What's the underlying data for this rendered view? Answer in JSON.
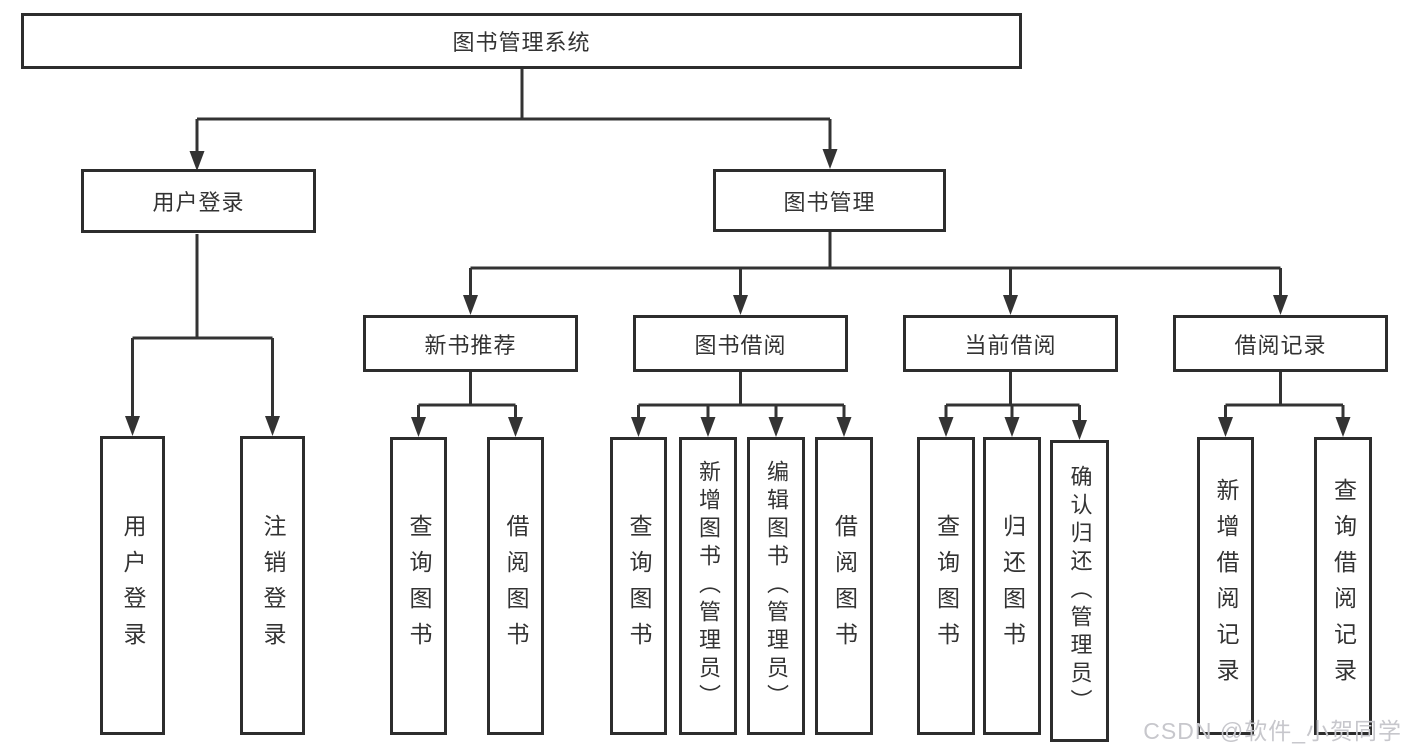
{
  "colors": {
    "line": "#333333",
    "border": "#2d2d2d",
    "text": "#333333",
    "background": "#ffffff",
    "watermark": "#c7c7cc"
  },
  "watermark": {
    "text": "CSDN @软件_小贺同学"
  },
  "tree": {
    "label": "图书管理系统",
    "children": [
      {
        "label": "用户登录",
        "children": [
          {
            "label": "用户登录"
          },
          {
            "label": "注销登录"
          }
        ]
      },
      {
        "label": "图书管理",
        "children": [
          {
            "label": "新书推荐",
            "children": [
              {
                "label": "查询图书"
              },
              {
                "label": "借阅图书"
              }
            ]
          },
          {
            "label": "图书借阅",
            "children": [
              {
                "label": "查询图书"
              },
              {
                "label": "新增图书（管理员）"
              },
              {
                "label": "编辑图书（管理员）"
              },
              {
                "label": "借阅图书"
              }
            ]
          },
          {
            "label": "当前借阅",
            "children": [
              {
                "label": "查询图书"
              },
              {
                "label": "归还图书"
              },
              {
                "label": "确认归还（管理员）"
              }
            ]
          },
          {
            "label": "借阅记录",
            "children": [
              {
                "label": "新增借阅记录"
              },
              {
                "label": "查询借阅记录"
              }
            ]
          }
        ]
      }
    ]
  }
}
